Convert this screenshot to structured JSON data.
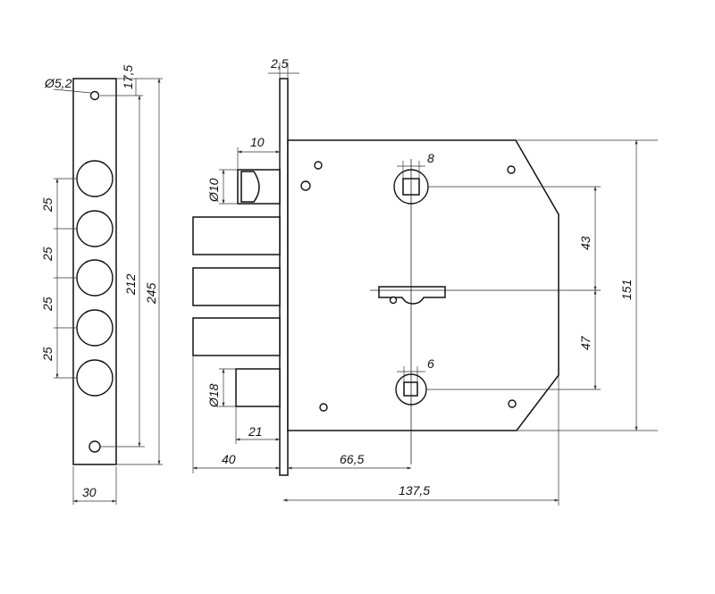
{
  "colors": {
    "line": "#111111",
    "background": "#ffffff"
  },
  "dimensions": {
    "d_hole": "Ø5,2",
    "top_offset": "17,5",
    "bolt_spacing_1": "25",
    "bolt_spacing_2": "25",
    "bolt_spacing_3": "25",
    "bolt_spacing_4": "25",
    "strip_hole_span": "212",
    "strip_length": "245",
    "strip_width": "30",
    "faceplate_thickness": "2,5",
    "latch_width": "10",
    "latch_diameter": "Ø10",
    "pin_diameter": "Ø18",
    "pin_width": "21",
    "bolt_throw": "40",
    "backset": "66,5",
    "case_width": "137,5",
    "spindle_upper": "8",
    "spindle_lower": "6",
    "spindle_to_key_upper": "43",
    "key_to_spindle_lower": "47",
    "case_height": "151"
  }
}
